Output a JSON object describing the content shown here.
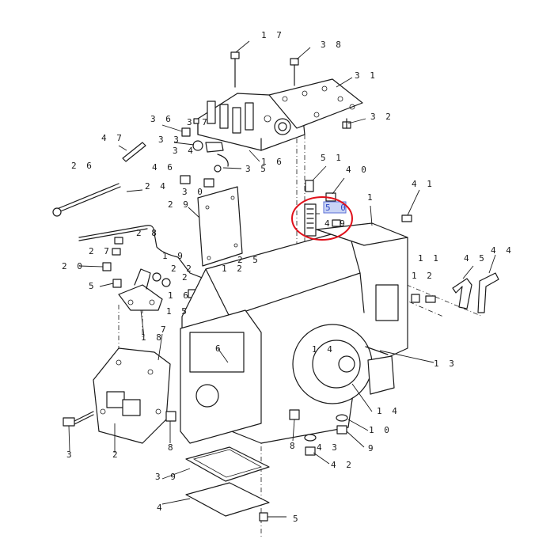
{
  "diagram": {
    "accent_color": "#e0101a",
    "highlight_color": "#c9d4f5",
    "highlighted_part": "5 0",
    "parts": [
      {
        "id": "p17",
        "label": "1 7"
      },
      {
        "id": "p38",
        "label": "3 8"
      },
      {
        "id": "p31",
        "label": "3 1"
      },
      {
        "id": "p32",
        "label": "3 2"
      },
      {
        "id": "p36",
        "label": "3 6"
      },
      {
        "id": "p37",
        "label": "3 7"
      },
      {
        "id": "p33",
        "label": "3 3"
      },
      {
        "id": "p34",
        "label": "3 4"
      },
      {
        "id": "p16",
        "label": "1 6"
      },
      {
        "id": "p35",
        "label": "3 5"
      },
      {
        "id": "p47",
        "label": "4 7"
      },
      {
        "id": "p46",
        "label": "4 6"
      },
      {
        "id": "p30",
        "label": "3 0"
      },
      {
        "id": "p26",
        "label": "2 6"
      },
      {
        "id": "p24",
        "label": "2 4"
      },
      {
        "id": "p29",
        "label": "2 9"
      },
      {
        "id": "p28",
        "label": "2 8"
      },
      {
        "id": "p27",
        "label": "2 7"
      },
      {
        "id": "p19",
        "label": "1 9"
      },
      {
        "id": "p20",
        "label": "2 0"
      },
      {
        "id": "p22",
        "label": "2 2"
      },
      {
        "id": "p23",
        "label": "2"
      },
      {
        "id": "p25",
        "label": "2 5"
      },
      {
        "id": "p21",
        "label": "1 2"
      },
      {
        "id": "p5a",
        "label": "5"
      },
      {
        "id": "p16b",
        "label": "1 6"
      },
      {
        "id": "p15",
        "label": "1 5"
      },
      {
        "id": "p18",
        "label": "1 8"
      },
      {
        "id": "p7",
        "label": "7"
      },
      {
        "id": "p6",
        "label": "6"
      },
      {
        "id": "p51",
        "label": "5 1"
      },
      {
        "id": "p40",
        "label": "4 0"
      },
      {
        "id": "p50",
        "label": "5 0"
      },
      {
        "id": "p49",
        "label": "4 9"
      },
      {
        "id": "p1",
        "label": "1"
      },
      {
        "id": "p41",
        "label": "4 1"
      },
      {
        "id": "p11",
        "label": "1 1"
      },
      {
        "id": "p12",
        "label": "1 2"
      },
      {
        "id": "p45",
        "label": "4 5"
      },
      {
        "id": "p44",
        "label": "4 4"
      },
      {
        "id": "p13",
        "label": "1 3"
      },
      {
        "id": "p14a",
        "label": "1 4"
      },
      {
        "id": "p14b",
        "label": "1 4"
      },
      {
        "id": "p10",
        "label": "1 0"
      },
      {
        "id": "p9",
        "label": "9"
      },
      {
        "id": "p43",
        "label": "4 3"
      },
      {
        "id": "p42",
        "label": "4 2"
      },
      {
        "id": "p8a",
        "label": "8"
      },
      {
        "id": "p8b",
        "label": "8"
      },
      {
        "id": "p3",
        "label": "3"
      },
      {
        "id": "p2",
        "label": "2"
      },
      {
        "id": "p39",
        "label": "3 9"
      },
      {
        "id": "p4",
        "label": "4"
      },
      {
        "id": "p5b",
        "label": "5"
      }
    ]
  }
}
